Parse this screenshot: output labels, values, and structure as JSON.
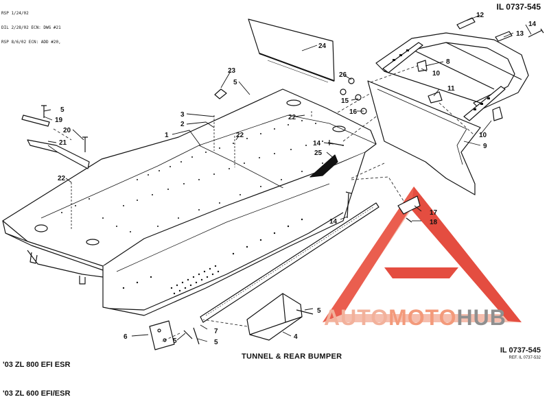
{
  "header": {
    "revision_lines": [
      "RSP 1/24/02",
      "DIL 2/28/02 ECN: DWG #21",
      "RSP 8/6/02 ECN: ADD #20,"
    ],
    "illustration_id": "IL 0737-545"
  },
  "footer": {
    "models": [
      "'03 ZL 800 EFI ESR",
      "'03 ZL 600 EFI/ESR"
    ],
    "title": "TUNNEL & REAR BUMPER",
    "illustration_id": "IL 0737-545",
    "reference": "REF. IL 0737-532"
  },
  "watermark": {
    "auto": "AUTO",
    "moto": "MOTO",
    "hub": "HUB",
    "colors": {
      "red": "#e23a2c",
      "light": "#f3b49f",
      "gray": "#8f8f8f"
    }
  },
  "callouts": [
    "1",
    "2",
    "3",
    "4",
    "5",
    "5",
    "5",
    "5",
    "5",
    "6",
    "7",
    "8",
    "9",
    "10",
    "10",
    "11",
    "12",
    "13",
    "14",
    "14",
    "14",
    "15",
    "16",
    "17",
    "18",
    "19",
    "20",
    "21",
    "22",
    "22",
    "22",
    "23",
    "24",
    "25",
    "26"
  ]
}
